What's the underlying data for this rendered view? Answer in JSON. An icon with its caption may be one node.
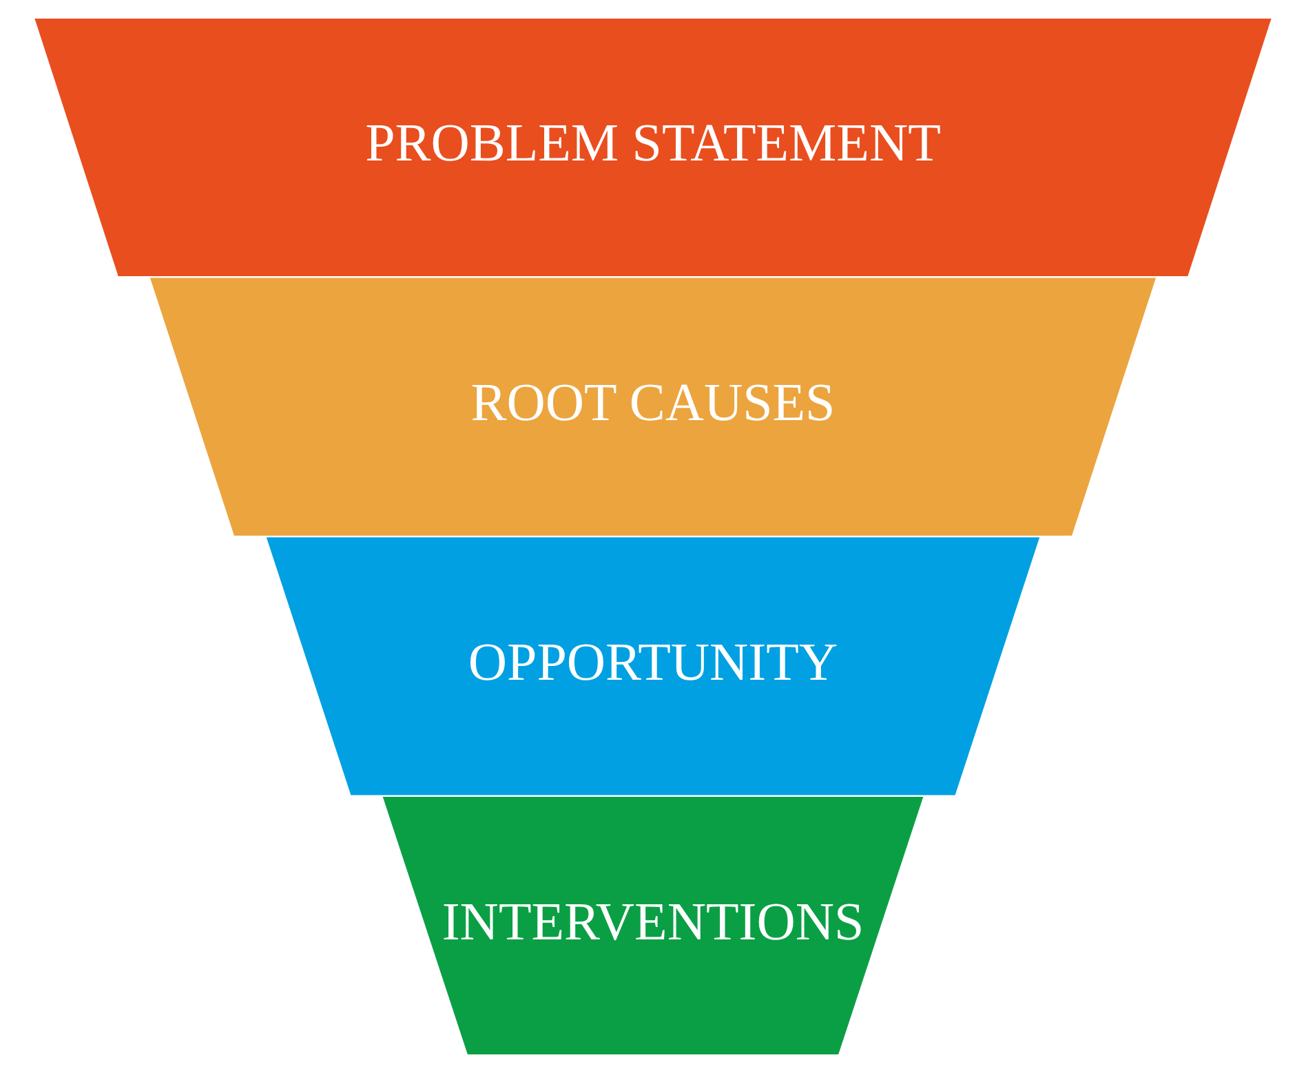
{
  "diagram": {
    "nodes": [
      {
        "text": [
          "PROBLEM STATEMENT"
        ]
      },
      {
        "text": [
          "ROOT CAUSES"
        ]
      },
      {
        "text": [
          "OPPORTUNITY"
        ]
      },
      {
        "text": [
          "INTERVENTIONS"
        ]
      }
    ]
  }
}
